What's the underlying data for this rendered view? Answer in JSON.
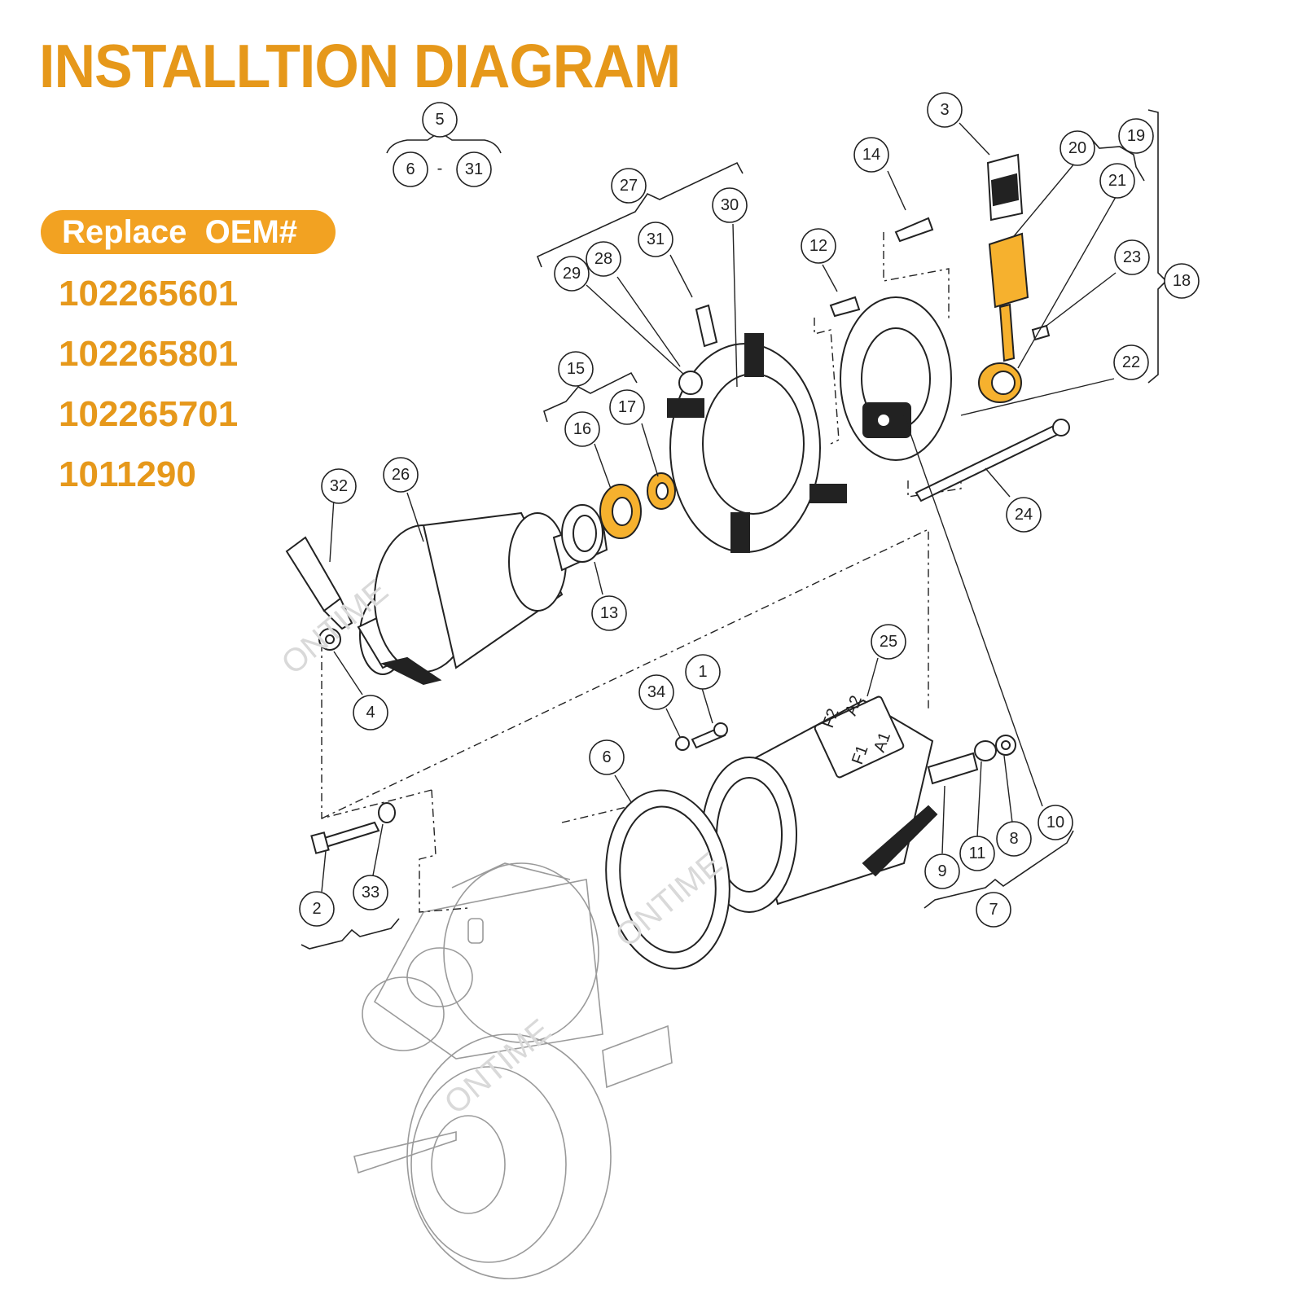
{
  "header": {
    "title": "INSTALLTION DIAGRAM"
  },
  "oem": {
    "label": "Replace  OEM#",
    "numbers": [
      "102265601",
      "102265801",
      "102265701",
      "1011290"
    ]
  },
  "diagram": {
    "range_dash": "-",
    "terminal_labels": [
      "F2",
      "A2",
      "F1",
      "A1"
    ],
    "watermark": "ONTIME",
    "callouts": [
      "1",
      "2",
      "3",
      "4",
      "5",
      "6",
      "6",
      "7",
      "8",
      "9",
      "10",
      "11",
      "12",
      "13",
      "14",
      "15",
      "16",
      "17",
      "18",
      "19",
      "20",
      "21",
      "22",
      "23",
      "24",
      "25",
      "26",
      "27",
      "28",
      "29",
      "30",
      "31",
      "31",
      "32",
      "33",
      "34"
    ]
  },
  "colors": {
    "accent": "#e6981a",
    "pill": "#f2a222",
    "highlight": "#f6b12e"
  }
}
